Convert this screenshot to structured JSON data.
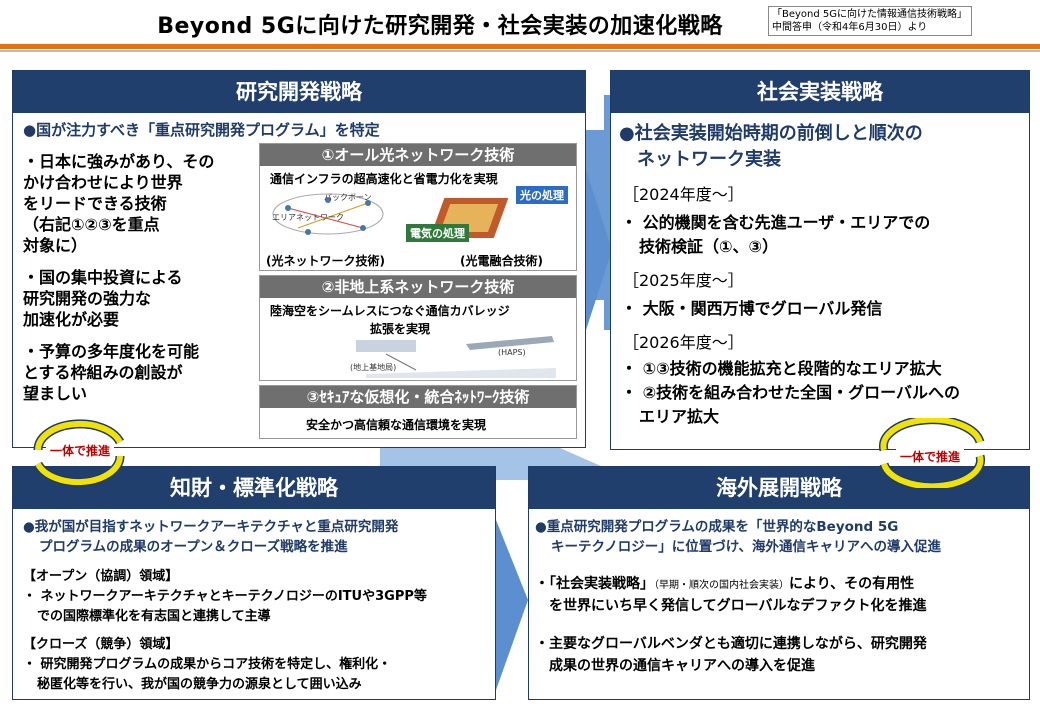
{
  "header": {
    "title": "Beyond 5Gに向けた研究開発・社会実装の加速化戦略",
    "source_line1": "「Beyond 5Gに向けた情報通信技術戦略」",
    "source_line2": "中間答申（令和4年6月30日）より"
  },
  "rd": {
    "title": "研究開発戦略",
    "lead": "●国が注力すべき「重点研究開発プログラム」を特定",
    "b1": [
      "・日本に強みがあり、その",
      "かけ合わせにより世界",
      "をリードできる技術",
      "（右記①②③を重点",
      "対象に）"
    ],
    "b2": [
      "・国の集中投資による",
      "研究開発の強力な",
      "加速化が必要"
    ],
    "b3": [
      "・予算の多年度化を可能",
      "とする枠組みの創設が",
      "望ましい"
    ],
    "tech1": {
      "header": "①オール光ネットワーク技術",
      "desc": "通信インフラの超高速化と省電力化を実現",
      "cap_left": "(光ネットワーク技術)",
      "cap_right": "(光電融合技術)",
      "label_light": "光の処理",
      "label_elec": "電気の処理",
      "mini1": "バックボーン",
      "mini2": "エリアネットワーク"
    },
    "tech2": {
      "header": "②非地上系ネットワーク技術",
      "desc1": "陸海空をシームレスにつなぐ通信カバレッジ",
      "desc2": "拡張を実現",
      "haps": "(HAPS)",
      "ground": "(地上基地局)"
    },
    "tech3": {
      "header": "③ｾｷｭｱな仮想化・統合ﾈｯﾄﾜｰｸ技術",
      "desc": "安全かつ高信頼な通信環境を実現"
    }
  },
  "social": {
    "title": "社会実装戦略",
    "lead1": "●社会実装開始時期の前倒しと順次の",
    "lead2": "ネットワーク実装",
    "y2024": "［2024年度～］",
    "y2024_b1": "・ 公的機関を含む先進ユーザ・エリアでの",
    "y2024_b2": "技術検証（①、③）",
    "y2025": "［2025年度～］",
    "y2025_b": "・ 大阪・関西万博でグローバル発信",
    "y2026": "［2026年度～］",
    "y2026_b1": "・ ①③技術の機能拡充と段階的なエリア拡大",
    "y2026_b2a": "・ ②技術を組み合わせた全国・グローバルへの",
    "y2026_b2b": "エリア拡大"
  },
  "ip": {
    "title": "知財・標準化戦略",
    "lead1": "●我が国が目指すネットワークアーキテクチャと重点研究開発",
    "lead2": "プログラムの成果のオープン＆クローズ戦略を推進",
    "open_h": "【オープン（協調）領域】",
    "open1": "・ ネットワークアーキテクチャとキーテクノロジーのITUや3GPP等",
    "open2": "での国際標準化を有志国と連携して主導",
    "close_h": "【クローズ（競争）領域】",
    "close1": "・ 研究開発プログラムの成果からコア技術を特定し、権利化・",
    "close2": "秘匿化等を行い、我が国の競争力の源泉として囲い込み"
  },
  "global": {
    "title": "海外展開戦略",
    "lead1": "●重点研究開発プログラムの成果を「世界的なBeyond 5G",
    "lead2": "キーテクノロジー」に位置づけ、海外通信キャリアへの導入促進",
    "b1a": "・「社会実装戦略」",
    "b1small": "（早期・順次の国内社会実装）",
    "b1b": "により、その有用性",
    "b1c": "を世界にいち早く発信してグローバルなデファクト化を推進",
    "b2a": "・主要なグローバルベンダとも適切に連携しながら、研究開発",
    "b2b": "成果の世界の通信キャリアへの導入を促進"
  },
  "badges": {
    "left": "一体で推進",
    "right": "一体で推進"
  },
  "colors": {
    "navy": "#203f6d",
    "accent_blue": "#4a86c8",
    "orange": "#e8700e",
    "yellow": "#f2e200",
    "red": "#c00000"
  }
}
